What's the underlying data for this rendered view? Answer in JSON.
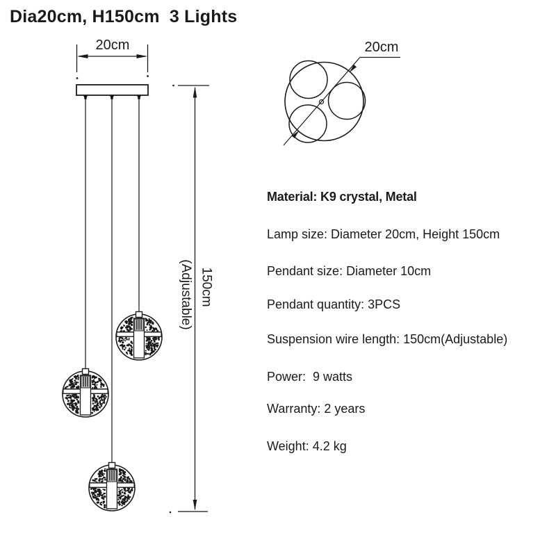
{
  "title": "Dia20cm, H150cm  3 Lights",
  "colors": {
    "ink": "#1a1a1a",
    "background": "#ffffff",
    "socket_fill": "#cbcbcb"
  },
  "front_view": {
    "width_dim_label": "20cm",
    "height_dim_label": "150cm",
    "height_dim_note": "(Adjustable)"
  },
  "top_view": {
    "diameter_label": "20cm"
  },
  "specs": [
    "Material: K9 crystal, Metal",
    "Lamp size: Diameter 20cm, Height 150cm",
    "Pendant size: Diameter 10cm",
    "Pendant quantity: 3PCS",
    "Suspension wire length: 150cm(Adjustable)",
    "Power:  9 watts",
    "Warranty: 2 years",
    "Weight: 4.2 kg"
  ]
}
